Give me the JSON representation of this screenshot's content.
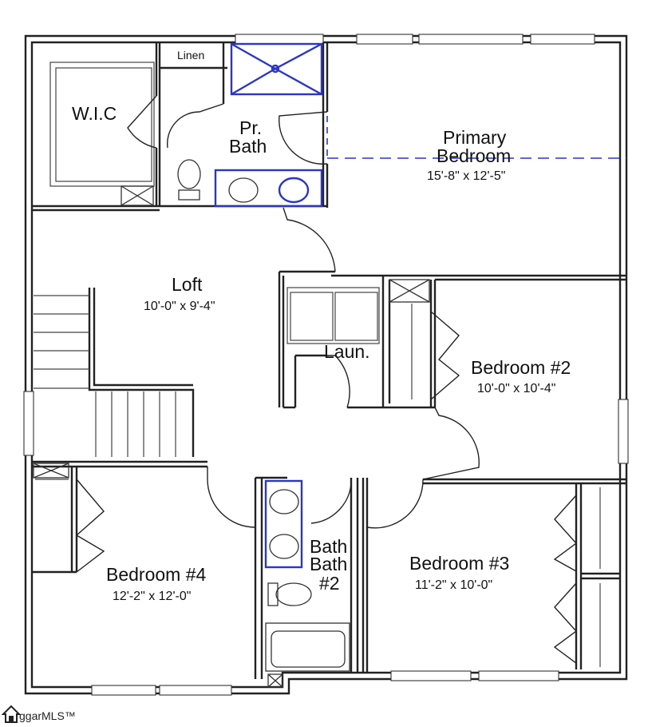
{
  "rooms": {
    "wic": {
      "name": "W.I.C"
    },
    "linen": {
      "name": "Linen"
    },
    "primary_bath": {
      "line1": "Pr.",
      "line2": "Bath"
    },
    "primary_bedroom": {
      "line1": "Primary",
      "line2": "Bedroom",
      "size": "15'-8\" x 12'-5\""
    },
    "loft": {
      "name": "Loft",
      "size": "10'-0\" x 9'-4\""
    },
    "laundry": {
      "name": "Laun."
    },
    "bedroom2": {
      "name": "Bedroom #2",
      "size": "10'-0\" x 10'-4\""
    },
    "bedroom3": {
      "name": "Bedroom #3",
      "size": "11'-2\" x 10'-0\""
    },
    "bedroom4": {
      "name": "Bedroom #4",
      "size": "12'-2\" x 12'-0\""
    },
    "bath2": {
      "line1": "Bath",
      "line2": "Bath",
      "line3": "#2"
    }
  },
  "watermark": {
    "text": "ggarMLS™"
  },
  "colors": {
    "wall": "#222222",
    "fixture_accent": "#2a36c8",
    "background": "#ffffff"
  }
}
